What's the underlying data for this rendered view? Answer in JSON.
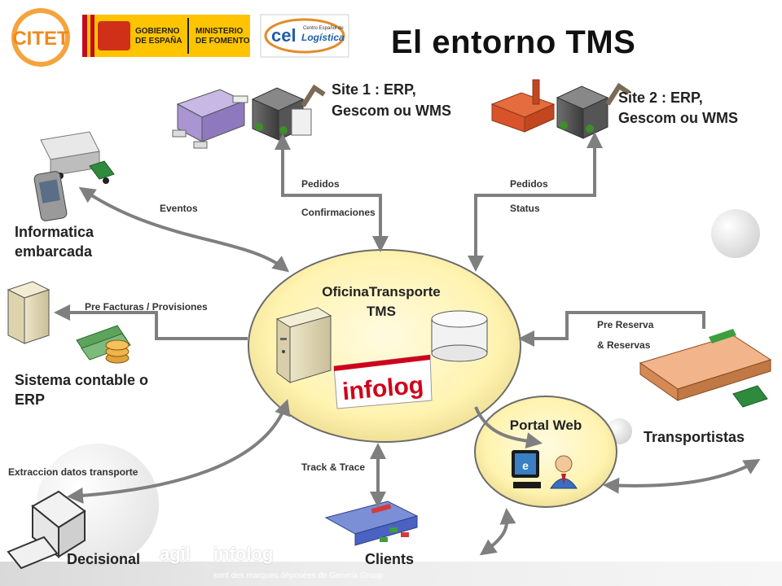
{
  "header": {
    "title": "El entorno TMS",
    "logos": {
      "citet": "CITET",
      "gobierno_line1": "GOBIERNO",
      "gobierno_line2": "DE ESPAÑA",
      "ministerio_line1": "MINISTERIO",
      "ministerio_line2": "DE FOMENTO",
      "cel": "cel",
      "cel_sub": "Logística",
      "cel_small": "Centro Español de"
    }
  },
  "center": {
    "title_line1": "OficinaTransporte",
    "title_line2": "TMS",
    "logo": "infolog"
  },
  "portal": {
    "label": "Portal Web"
  },
  "nodes": {
    "site1_line1": "Site 1 : ERP,",
    "site1_line2": "Gescom ou WMS",
    "site2_line1": "Site 2 : ERP,",
    "site2_line2": "Gescom ou WMS",
    "informatica_line1": "Informatica",
    "informatica_line2": "embarcada",
    "contable_line1": "Sistema contable o",
    "contable_line2": "ERP",
    "transportistas": "Transportistas",
    "decisional": "Decisional",
    "clients": "Clients"
  },
  "flows": {
    "eventos": "Eventos",
    "pedidos1": "Pedidos",
    "confirmaciones": "Confirmaciones",
    "pedidos2": "Pedidos",
    "status": "Status",
    "prefacturas": "Pre Facturas  / Provisiones",
    "prereserva": "Pre Reserva",
    "reservas": "& Reservas",
    "extraccion": "Extraccion  datos  transporte",
    "track": "Track & Trace"
  },
  "footer": {
    "brand1": "agil",
    "brand2": "infolog",
    "text": "sont des marques déposées de Generix Group"
  },
  "colors": {
    "arrow": "#7f7f7f",
    "ellipse_fill": "#fff7c8",
    "ellipse_stroke": "#6b6b6b",
    "infolog_red": "#d0021b",
    "citet_orange": "#f08a1e",
    "spain_red": "#c60b1e",
    "spain_yellow": "#ffc400"
  }
}
